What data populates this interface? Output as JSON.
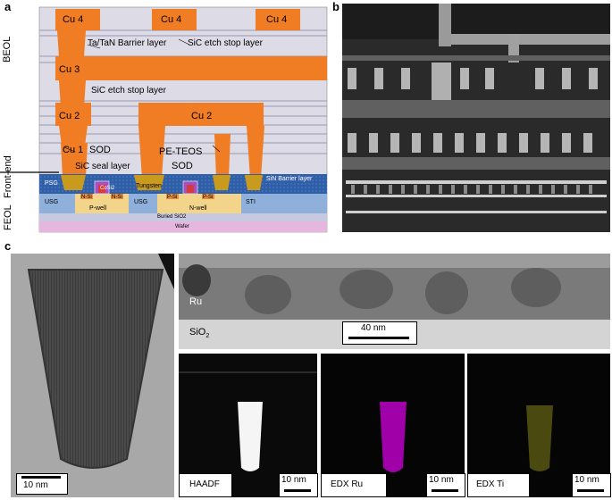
{
  "panels": {
    "a": "a",
    "b": "b",
    "c": "c"
  },
  "diagram_a": {
    "side_labels": {
      "beol": "BEOL",
      "front_end": "Front-end",
      "feol": "FEOL"
    },
    "cu_labels": {
      "cu4": "Cu 4",
      "cu3": "Cu 3",
      "cu2": "Cu 2",
      "cu1": "Cu 1"
    },
    "layer_labels": {
      "barrier": "Ta/TaN Barrier layer",
      "sic_etch_top": "SiC etch stop layer",
      "sic_etch_mid": "SiC etch stop layer",
      "sod_left": "SOD",
      "sod_right": "SOD",
      "pe_teos": "PE-TEOS",
      "sic_seal": "SiC seal layer",
      "sin_barrier": "SiN Barrier layer",
      "psg": "PSG",
      "tungsten": "Tungsten",
      "cosi2": "CoSi2",
      "n_si_1": "N-Si",
      "n_si_2": "N-Si",
      "p_si_1": "P-Si",
      "p_si_2": "P-Si",
      "usg_left": "USG",
      "usg_right": "USG",
      "sti": "STI",
      "p_well": "P-well",
      "n_well": "N-well",
      "buried": "Buried SiO2",
      "wafer": "Wafer"
    },
    "colors": {
      "copper": "#f07c24",
      "dielectric": "#dcdbe6",
      "etch_stop": "#b9b8cc",
      "psg": "#2f5fa8",
      "tungsten": "#c89a1e",
      "well": "#f2d58a",
      "usg": "#8fb0da",
      "buried": "#c7c9e0",
      "wafer": "#e6b7de"
    }
  },
  "tem": {
    "ru_label": "Ru",
    "sio2_label": "SiO",
    "sio2_sub": "2",
    "scale_40": "40 nm",
    "scale_10": "10 nm"
  },
  "maps": {
    "haadf": "HAADF",
    "edx_ru": "EDX Ru",
    "edx_ti": "EDX Ti",
    "scale": "10 nm"
  }
}
